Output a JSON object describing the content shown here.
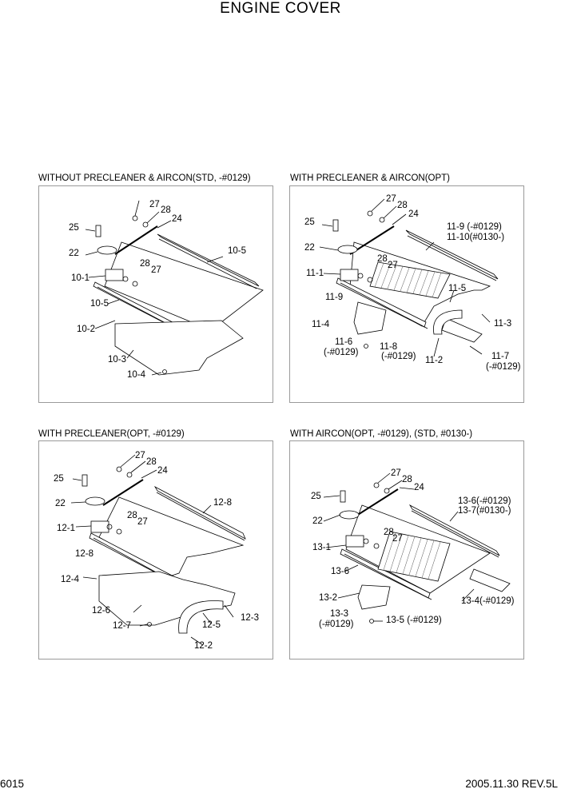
{
  "title": "ENGINE COVER",
  "page_number": "6015",
  "footer_right": "2005.11.30  REV.5L",
  "panels": [
    {
      "title": "WITHOUT PRECLEANER & AIRCON(STD, -#0129)",
      "labels": [
        "27",
        "28",
        "24",
        "25",
        "22",
        "28",
        "27",
        "10-1",
        "10-5",
        "10-5",
        "10-2",
        "10-3",
        "10-4"
      ]
    },
    {
      "title": "WITH PRECLEANER & AIRCON(OPT)",
      "labels": [
        "27",
        "28",
        "24",
        "25",
        "22",
        "28",
        "27",
        "11-1",
        "11-9",
        "11-4",
        "11-6",
        "(-#0129)",
        "11-8",
        "(-#0129)",
        "11-9  (-#0129)",
        "11-10(#0130-)",
        "11-5",
        "11-3",
        "11-2",
        "11-7",
        "(-#0129)"
      ]
    },
    {
      "title": "WITH PRECLEANER(OPT, -#0129)",
      "labels": [
        "27",
        "28",
        "24",
        "25",
        "22",
        "28",
        "27",
        "12-1",
        "12-8",
        "12-8",
        "12-4",
        "12-6",
        "12-7",
        "12-5",
        "12-3",
        "12-2"
      ]
    },
    {
      "title": "WITH AIRCON(OPT, -#0129), (STD, #0130-)",
      "labels": [
        "27",
        "28",
        "24",
        "25",
        "22",
        "28",
        "27",
        "13-1",
        "13-6",
        "13-2",
        "13-3",
        "(-#0129)",
        "13-5 (-#0129)",
        "13-6(-#0129)",
        "13-7(#0130-)",
        "13-4(-#0129)"
      ]
    }
  ]
}
